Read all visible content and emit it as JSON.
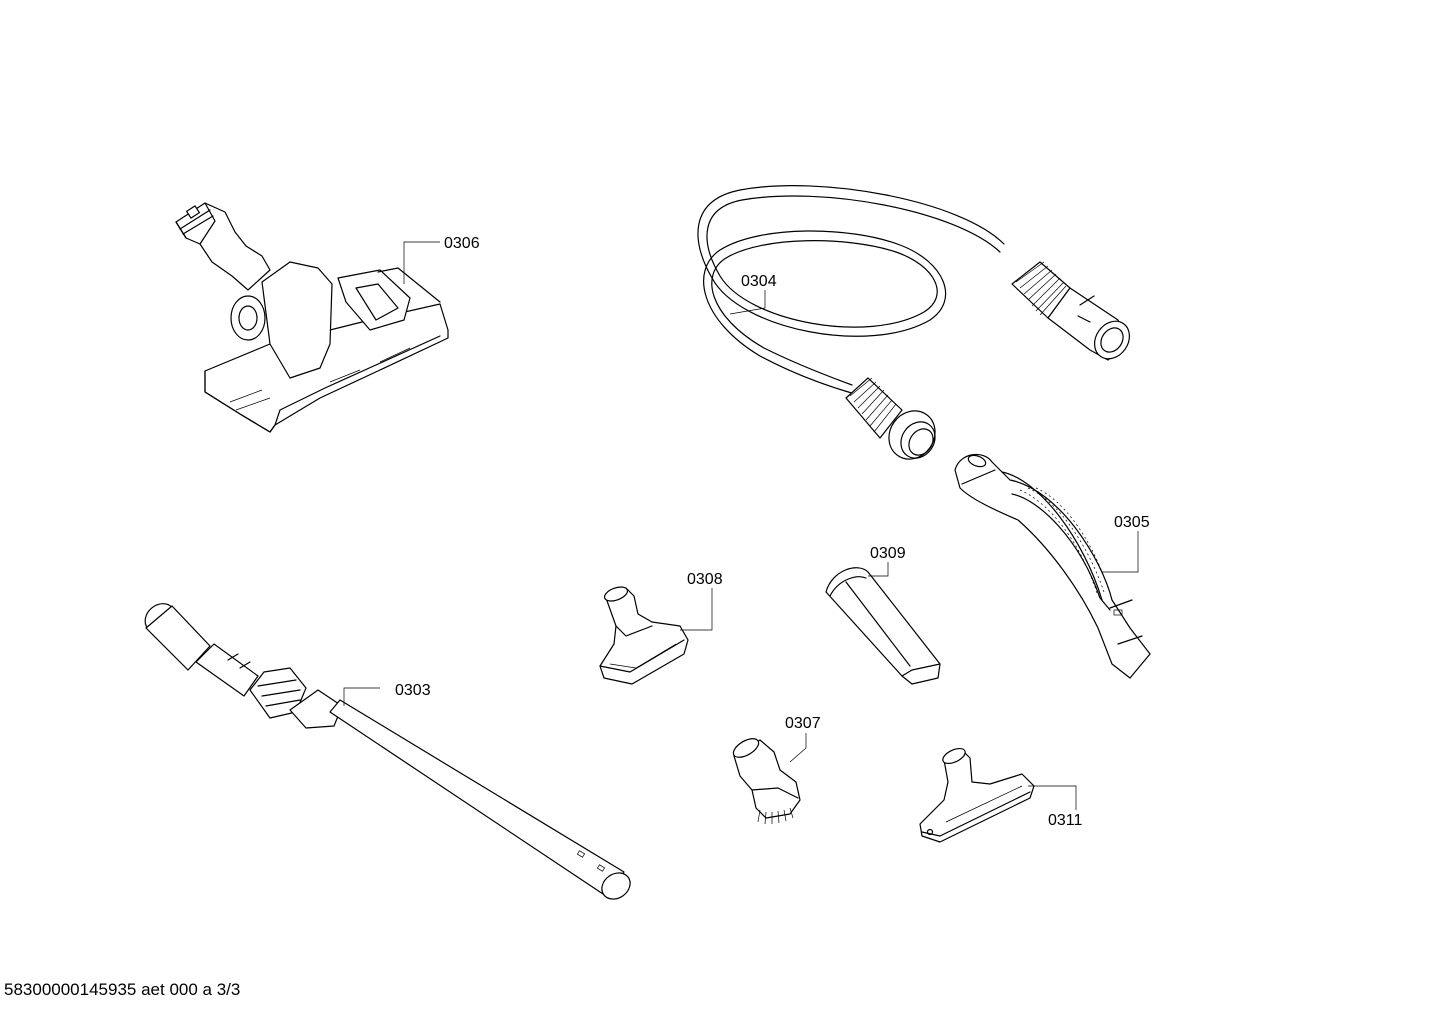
{
  "parts": [
    {
      "id": "p0306",
      "label": "0306",
      "name": "floor-nozzle"
    },
    {
      "id": "p0304",
      "label": "0304",
      "name": "suction-hose"
    },
    {
      "id": "p0305",
      "label": "0305",
      "name": "hose-handle"
    },
    {
      "id": "p0309",
      "label": "0309",
      "name": "crevice-tool"
    },
    {
      "id": "p0308",
      "label": "0308",
      "name": "upholstery-nozzle"
    },
    {
      "id": "p0303",
      "label": "0303",
      "name": "telescopic-tube"
    },
    {
      "id": "p0307",
      "label": "0307",
      "name": "dusting-brush"
    },
    {
      "id": "p0311",
      "label": "0311",
      "name": "upholstery-nozzle-large"
    }
  ],
  "footer": {
    "code": "58300000145935 aet 000 a 3/3"
  }
}
